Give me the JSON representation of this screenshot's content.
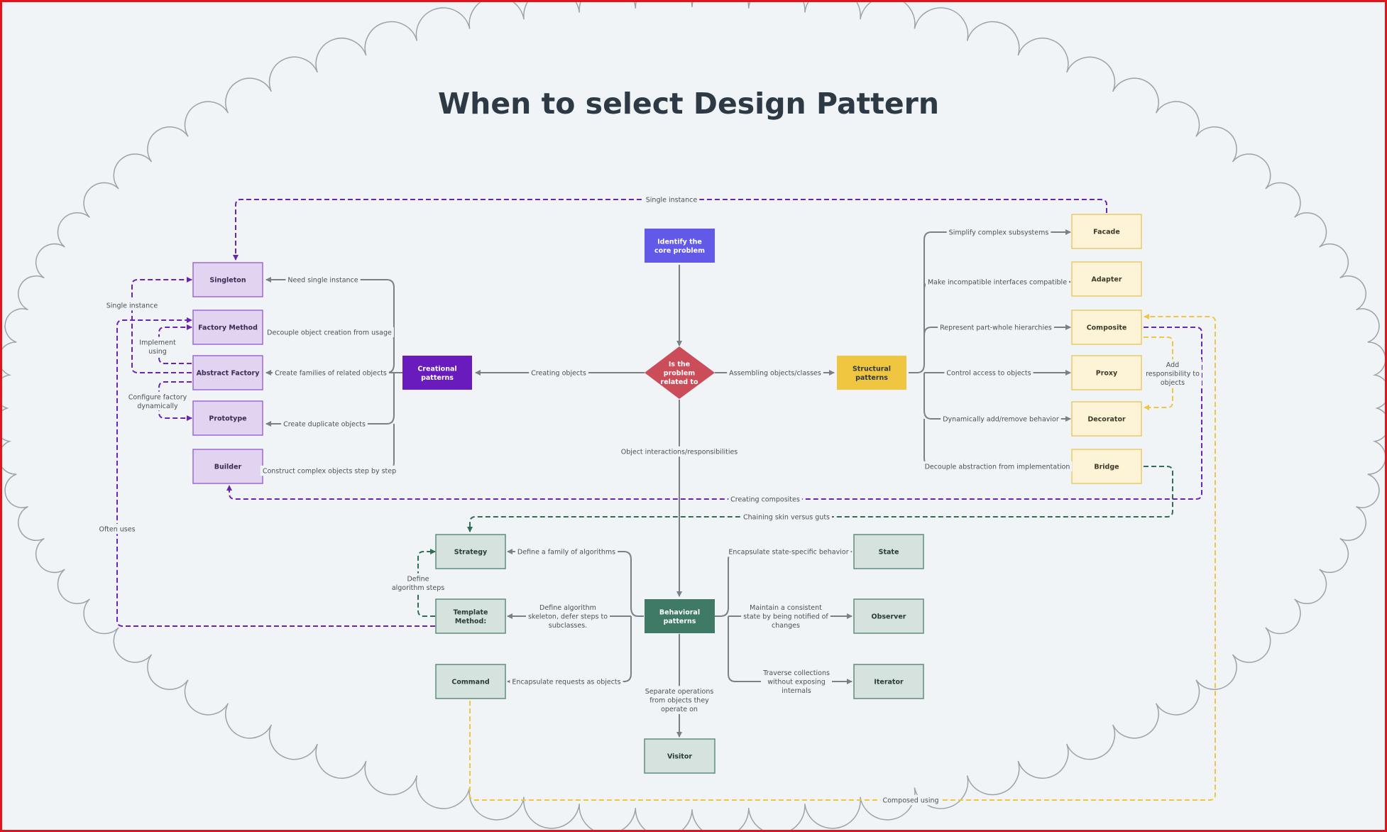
{
  "title": "When to select Design Pattern",
  "colors": {
    "background": "#f0f4f7",
    "cloud_stroke": "#9aa3a9",
    "frame": "#e0141a",
    "creational_fill": "#e2d3f1",
    "creational_stroke": "#9b6ad0",
    "creational_dark": "#6a1bbd",
    "structural_fill": "#fdf4d7",
    "structural_stroke": "#e9c96a",
    "structural_dark": "#f0c540",
    "behavioral_fill": "#d5e2dd",
    "behavioral_stroke": "#5f8d7d",
    "behavioral_dark": "#3e7a66",
    "start": "#6359e9",
    "decision": "#cc4d5a",
    "connector": "#7a8086",
    "purple_dash": "#6a23b3",
    "green_dash": "#2f6e55",
    "yellow_dash": "#f0c540"
  },
  "nodes": {
    "start": "Identify the core problem",
    "decision": "Is the problem related to",
    "creational": "Creational patterns",
    "structural": "Structural patterns",
    "behavioral": "Behavioral patterns",
    "singleton": "Singleton",
    "factory_method": "Factory Method",
    "abstract_factory": "Abstract Factory",
    "prototype": "Prototype",
    "builder": "Builder",
    "facade": "Facade",
    "adapter": "Adapter",
    "composite": "Composite",
    "proxy": "Proxy",
    "decorator": "Decorator",
    "bridge": "Bridge",
    "strategy": "Strategy",
    "template_method": "Template Method:",
    "command": "Command",
    "state": "State",
    "observer": "Observer",
    "iterator": "Iterator",
    "visitor": "Visitor"
  },
  "edge_labels": {
    "creating_objects": "Creating objects",
    "assembling": "Assembling objects/classes",
    "object_interactions": "Object interactions/responsibilities",
    "need_single_instance": "Need single instance",
    "decouple_creation": "Decouple object creation from usage",
    "create_families": "Create families of related objects",
    "create_duplicate": "Create duplicate objects",
    "construct_complex": "Construct complex objects step by step",
    "simplify_subsystems": "Simplify complex subsystems",
    "make_compatible": "Make incompatible interfaces compatible",
    "part_whole": "Represent part-whole hierarchies",
    "control_access": "Control access to objects",
    "add_remove_behavior": "Dynamically add/remove behavior",
    "decouple_abstraction": "Decouple abstraction from implementation",
    "family_algorithms": "Define a family of algorithms",
    "algorithm_skeleton": "Define algorithm skeleton, defer steps to subclasses.",
    "encapsulate_requests": "Encapsulate requests as objects",
    "state_specific": "Encapsulate state-specific behavior",
    "consistent_state": "Maintain a consistent state by being notified of changes",
    "traverse": "Traverse collections without exposing internals",
    "separate_operations": "Separate operations from objects they operate on",
    "single_instance_top": "Single instance",
    "single_instance_left": "Single instance",
    "implement_using": "Implement using",
    "configure_factory": "Configure factory dynamically",
    "often_uses": "Often uses",
    "creating_composites": "Creating composites",
    "chaining_skin": "Chaining skin versus guts",
    "add_responsibility": "Add responsibility to objects",
    "define_algorithm_steps": "Define algorithm steps",
    "composed_using": "Composed using"
  }
}
